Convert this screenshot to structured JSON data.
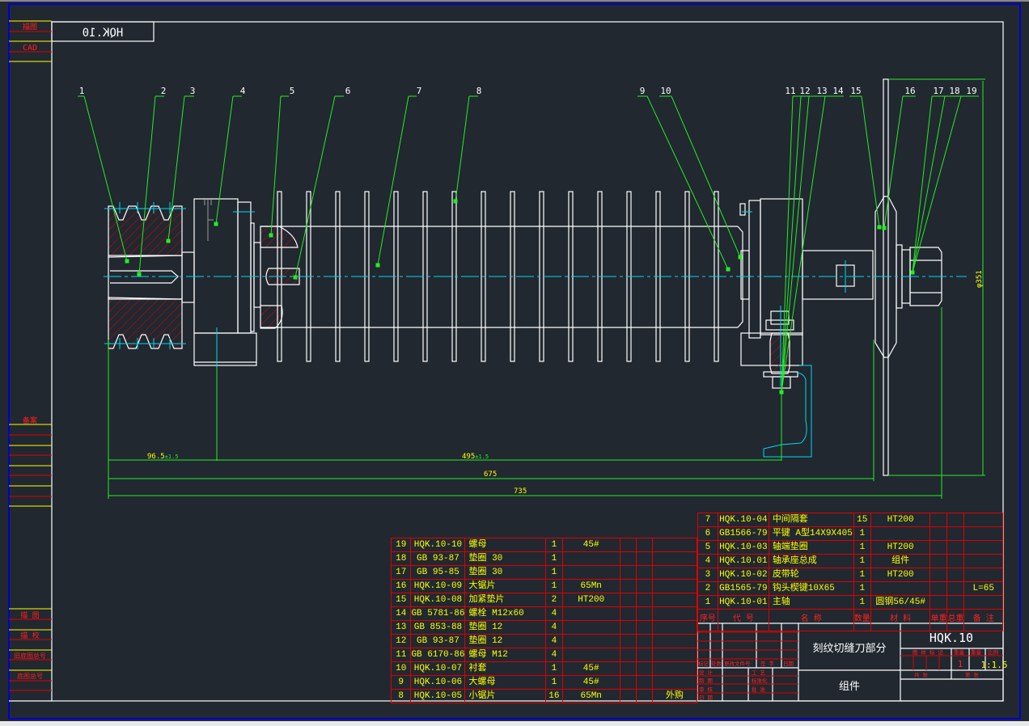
{
  "drawing": {
    "mirrored_code": "HQK.10",
    "left_strip": {
      "top_labels": [
        "描图",
        "CAD"
      ],
      "mid_label": "备案",
      "bottom_labels": [
        "描 图",
        "描 校",
        "旧底图总号",
        "底图总号"
      ]
    },
    "balloons": [
      "1",
      "2",
      "3",
      "4",
      "5",
      "6",
      "7",
      "8",
      "9",
      "10",
      "11",
      "12",
      "13",
      "14",
      "15",
      "16",
      "17",
      "18",
      "19"
    ],
    "dimensions": {
      "d1": "96.5",
      "d1_tol": "±1.5",
      "d2": "495",
      "d2_tol": "±1.5",
      "d3": "675",
      "d4": "735",
      "diameter": "φ351"
    }
  },
  "bom_left": {
    "rows": [
      {
        "no": "19",
        "code": "HQK.10-10",
        "name": "螺母",
        "qty": "1",
        "material": "45#",
        "note": ""
      },
      {
        "no": "18",
        "code": "GB 93-87",
        "name": "垫圈 30",
        "qty": "1",
        "material": "",
        "note": ""
      },
      {
        "no": "17",
        "code": "GB 95-85",
        "name": "垫圈 30",
        "qty": "1",
        "material": "",
        "note": ""
      },
      {
        "no": "16",
        "code": "HQK.10-09",
        "name": "大锯片",
        "qty": "1",
        "material": "65Mn",
        "note": ""
      },
      {
        "no": "15",
        "code": "HQK.10-08",
        "name": "加紧垫片",
        "qty": "2",
        "material": "HT200",
        "note": ""
      },
      {
        "no": "14",
        "code": "GB 5781-86",
        "name": "螺栓 M12x60",
        "qty": "4",
        "material": "",
        "note": ""
      },
      {
        "no": "13",
        "code": "GB 853-88",
        "name": "垫圈 12",
        "qty": "4",
        "material": "",
        "note": ""
      },
      {
        "no": "12",
        "code": "GB 93-87",
        "name": "垫圈 12",
        "qty": "4",
        "material": "",
        "note": ""
      },
      {
        "no": "11",
        "code": "GB 6170-86",
        "name": "螺母 M12",
        "qty": "4",
        "material": "",
        "note": ""
      },
      {
        "no": "10",
        "code": "HQK.10-07",
        "name": "衬套",
        "qty": "1",
        "material": "45#",
        "note": ""
      },
      {
        "no": "9",
        "code": "HQK.10-06",
        "name": "大螺母",
        "qty": "1",
        "material": "45#",
        "note": ""
      },
      {
        "no": "8",
        "code": "HQK.10-05",
        "name": "小锯片",
        "qty": "16",
        "material": "65Mn",
        "note": "外购"
      }
    ]
  },
  "bom_right": {
    "rows": [
      {
        "no": "7",
        "code": "HQK.10-04",
        "name": "中间隔套",
        "qty": "15",
        "material": "HT200",
        "note": ""
      },
      {
        "no": "6",
        "code": "GB1566-79",
        "name": "平键 A型14X9X405",
        "qty": "1",
        "material": "",
        "note": ""
      },
      {
        "no": "5",
        "code": "HQK.10-03",
        "name": "轴端垫圈",
        "qty": "1",
        "material": "HT200",
        "note": ""
      },
      {
        "no": "4",
        "code": "HQK.10.01",
        "name": "轴承座总成",
        "qty": "1",
        "material": "组件",
        "note": ""
      },
      {
        "no": "3",
        "code": "HQK.10-02",
        "name": "皮带轮",
        "qty": "1",
        "material": "HT200",
        "note": ""
      },
      {
        "no": "2",
        "code": "GB1565-79",
        "name": "钩头楔键10X65",
        "qty": "1",
        "material": "",
        "note": "L=65"
      },
      {
        "no": "1",
        "code": "HQK.10-01",
        "name": "主轴",
        "qty": "1",
        "material": "圆钢56/45#",
        "note": ""
      }
    ],
    "header": {
      "no": "序号",
      "code": "代 号",
      "name": "名 称",
      "qty": "数量",
      "material": "材 料",
      "unit_weight": "单重",
      "total_weight": "总重",
      "weight": "重 量",
      "note": "备 注"
    }
  },
  "title_block": {
    "name": "刻纹切缝刀部分",
    "code": "HQK.10",
    "type": "组件",
    "labels": {
      "mark": "标记",
      "count": "处数",
      "change_doc": "更改文件号",
      "sign": "签 字",
      "date": "日期",
      "design": "设 计",
      "draw": "制 图",
      "check": "审 核",
      "approve": "日 期",
      "process": "工 艺",
      "standard": "标准化",
      "approve2": "批 准",
      "stage": "图 样 标 记",
      "weight": "重量",
      "weight2": "重量",
      "scale": "比例",
      "sheets": "共   张",
      "sheet": "第   张"
    },
    "quantity": "1",
    "scale": "1:1.5"
  }
}
